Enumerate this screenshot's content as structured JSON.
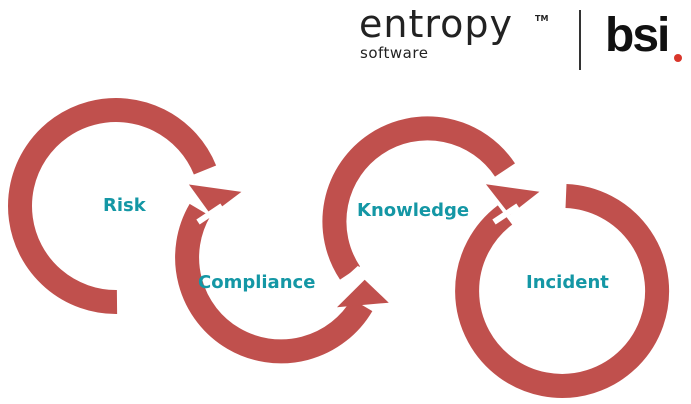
{
  "logo": {
    "brand": "entropy",
    "trademark": "TM",
    "sub": "software",
    "partner": "bsi"
  },
  "colors": {
    "arrow": "#c0504d",
    "label": "#1497a5",
    "bsi_dot": "#d9362b"
  },
  "cycle": {
    "stages": [
      {
        "label": "Risk"
      },
      {
        "label": "Compliance"
      },
      {
        "label": "Knowledge"
      },
      {
        "label": "Incident"
      }
    ]
  }
}
